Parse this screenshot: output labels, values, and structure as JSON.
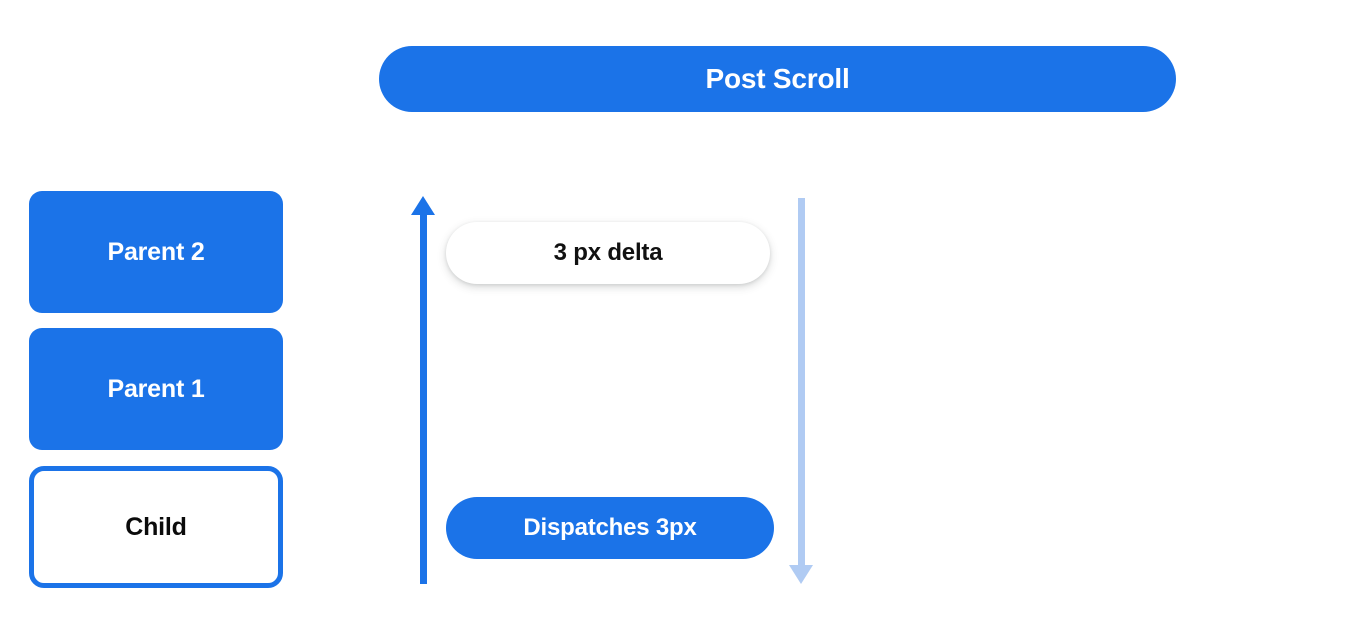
{
  "header": {
    "title": "Post Scroll"
  },
  "hierarchy": {
    "nodes": [
      {
        "label": "Parent 2",
        "style": "filled"
      },
      {
        "label": "Parent 1",
        "style": "filled"
      },
      {
        "label": "Child",
        "style": "outlined"
      }
    ]
  },
  "flow": {
    "up_arrow": {
      "direction": "up",
      "color": "#1b73e8"
    },
    "down_arrow": {
      "direction": "down",
      "color": "#b0cbf3"
    },
    "callouts": [
      {
        "label": "3 px delta",
        "style": "light"
      },
      {
        "label": "Dispatches 3px",
        "style": "accent"
      }
    ]
  },
  "colors": {
    "accent": "#1b73e8",
    "accent_light": "#b0cbf3",
    "text_dark": "#111111",
    "text_light": "#ffffff",
    "background": "#ffffff"
  }
}
